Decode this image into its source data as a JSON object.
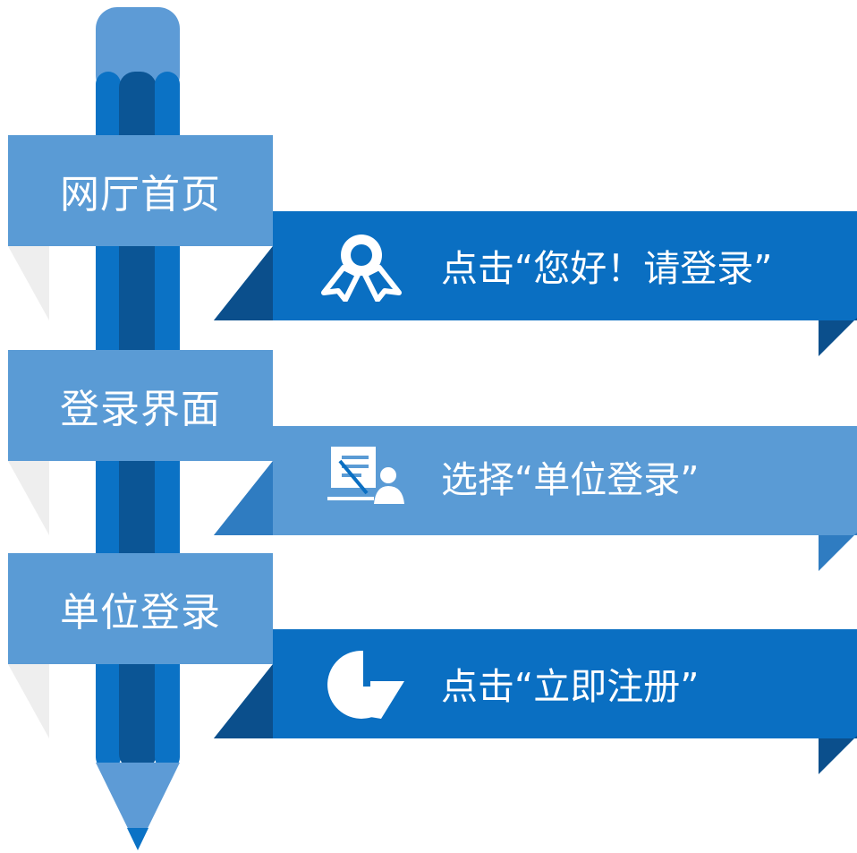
{
  "colors": {
    "label_box": "#5a9bd5",
    "banner_dark": "#0a6fc2",
    "banner_light": "#5a9bd5",
    "fold_dark": "#0b4f8c",
    "fold_light": "#2f7cc1",
    "pencil_light": "#5d9bd6",
    "pencil_mid": "#0b72c5",
    "pencil_dark": "#0b5595",
    "shadow": "#eeeeee"
  },
  "steps": [
    {
      "label": "网厅首页",
      "action": "点击“您好！请登录”",
      "icon": "award-ribbon-icon"
    },
    {
      "label": "登录界面",
      "action": "选择“单位登录”",
      "icon": "presentation-teacher-icon"
    },
    {
      "label": "单位登录",
      "action": "点击“立即注册”",
      "icon": "pie-chart-icon"
    }
  ]
}
